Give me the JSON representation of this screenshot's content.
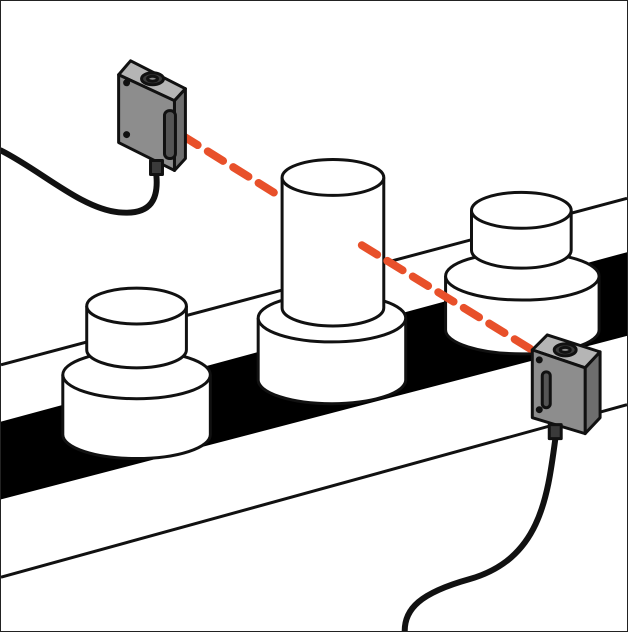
{
  "scene": {
    "colors": {
      "outline": "#111111",
      "belt": "#000000",
      "fill": "#ffffff",
      "sensor_body": "#8d8d8d",
      "sensor_dark": "#3a3a3a",
      "beam": "#e8502a",
      "cable": "#111111"
    },
    "objects": [
      {
        "id": "short-container-left",
        "kind": "short"
      },
      {
        "id": "tall-container-center",
        "kind": "tall"
      },
      {
        "id": "short-container-right",
        "kind": "short"
      }
    ],
    "sensors": [
      {
        "id": "emitter",
        "icon": "photoelectric-sensor-icon"
      },
      {
        "id": "receiver",
        "icon": "photoelectric-sensor-icon"
      }
    ],
    "beam_style": "dashed"
  }
}
